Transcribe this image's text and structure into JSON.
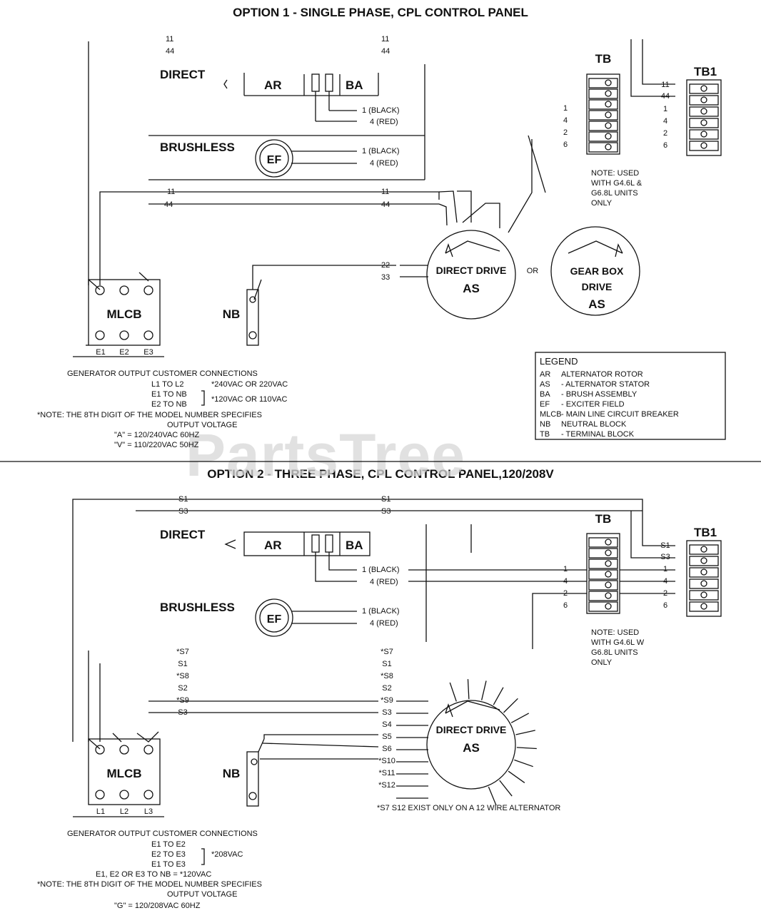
{
  "watermark": "PartsTree",
  "option1": {
    "title": "OPTION 1 - SINGLE PHASE, CPL CONTROL PANEL",
    "top_wires": [
      "11",
      "44"
    ],
    "direct": "DIRECT",
    "brushless": "BRUSHLESS",
    "ar": "AR",
    "ba": "BA",
    "ef": "EF",
    "ba_leads": [
      "1 (BLACK)",
      "4 (RED)"
    ],
    "ef_leads": [
      "1 (BLACK)",
      "4 (RED)"
    ],
    "mid_wires": [
      "11",
      "44"
    ],
    "as_leads": [
      "22",
      "33"
    ],
    "direct_drive": [
      "DIRECT DRIVE",
      "AS"
    ],
    "or": "OR",
    "gear_box": [
      "GEAR BOX",
      "DRIVE",
      "AS"
    ],
    "mlcb": "MLCB",
    "nb": "NB",
    "terminals": [
      "E1",
      "E2",
      "E3"
    ],
    "tb": "TB",
    "tb1": "TB1",
    "tb_wires": [
      "1",
      "4",
      "2",
      "6"
    ],
    "tb1_wires": [
      "11",
      "44",
      "1",
      "4",
      "2",
      "6"
    ],
    "tb_note": [
      "NOTE: USED",
      "WITH G4.6L &",
      "G6.8L UNITS",
      "ONLY"
    ],
    "legend": {
      "title": "LEGEND",
      "items": [
        {
          "code": "AR",
          "desc": "ALTERNATOR ROTOR"
        },
        {
          "code": "AS",
          "desc": "- ALTERNATOR STATOR"
        },
        {
          "code": "BA",
          "desc": "- BRUSH ASSEMBLY"
        },
        {
          "code": "EF",
          "desc": "- EXCITER FIELD"
        },
        {
          "code": "MLCB",
          "desc": "- MAIN LINE CIRCUIT BREAKER"
        },
        {
          "code": "NB",
          "desc": "NEUTRAL BLOCK"
        },
        {
          "code": "TB",
          "desc": "- TERMINAL BLOCK"
        }
      ]
    },
    "output_connections": {
      "heading": "GENERATOR OUTPUT CUSTOMER CONNECTIONS",
      "lines": [
        "L1 TO L2",
        "E1 TO NB",
        "E2 TO NB"
      ],
      "grouped_voltage": "*240VAC OR 220VAC",
      "shared_voltage": "*120VAC OR 110VAC",
      "note": "*NOTE: THE 8TH DIGIT OF THE MODEL NUMBER SPECIFIES",
      "output_voltage_label": "OUTPUT VOLTAGE",
      "model_codes": [
        "\"A\" = 120/240VAC 60HZ",
        "\"V\" = 110/220VAC 50HZ"
      ]
    }
  },
  "option2": {
    "title": "OPTION 2 - THREE PHASE, CPL CONTROL PANEL,120/208V",
    "top_wires": [
      "S1",
      "S3"
    ],
    "direct": "DIRECT",
    "brushless": "BRUSHLESS",
    "ar": "AR",
    "ba": "BA",
    "ef": "EF",
    "ba_leads": [
      "1 (BLACK)",
      "4 (RED)"
    ],
    "ef_leads": [
      "1 (BLACK)",
      "4 (RED)"
    ],
    "stator_left": [
      "*S7",
      "S1",
      "*S8",
      "S2",
      "*S9",
      "S3"
    ],
    "stator_right": [
      "*S7",
      "S1",
      "*S8",
      "S2",
      "*S9",
      "S3",
      "S4",
      "S5",
      "S6",
      "*S10",
      "*S11",
      "*S12"
    ],
    "direct_drive": [
      "DIRECT DRIVE",
      "AS"
    ],
    "mlcb": "MLCB",
    "nb": "NB",
    "terminals": [
      "L1",
      "L2",
      "L3"
    ],
    "tb": "TB",
    "tb1": "TB1",
    "tb_wires": [
      "1",
      "4",
      "2",
      "6"
    ],
    "tb1_wires": [
      "S1",
      "S3",
      "1",
      "4",
      "2",
      "6"
    ],
    "tb_note": [
      "NOTE: USED",
      "WITH G4.6L W",
      "G6.8L UNITS",
      "ONLY"
    ],
    "wire_note": "*S7 S12 EXIST ONLY ON A 12 WIRE ALTERNATOR",
    "output_connections": {
      "heading": "GENERATOR OUTPUT CUSTOMER CONNECTIONS",
      "lines": [
        "E1 TO E2",
        "E2 TO E3",
        "E1 TO E3"
      ],
      "grouped_voltage": "*208VAC",
      "shared_voltage": "E1, E2 OR E3 TO NB = *120VAC",
      "note": "*NOTE: THE 8TH DIGIT OF THE MODEL NUMBER SPECIFIES",
      "output_voltage_label": "OUTPUT VOLTAGE",
      "model_codes": [
        "\"G\" = 120/208VAC 60HZ"
      ]
    }
  }
}
